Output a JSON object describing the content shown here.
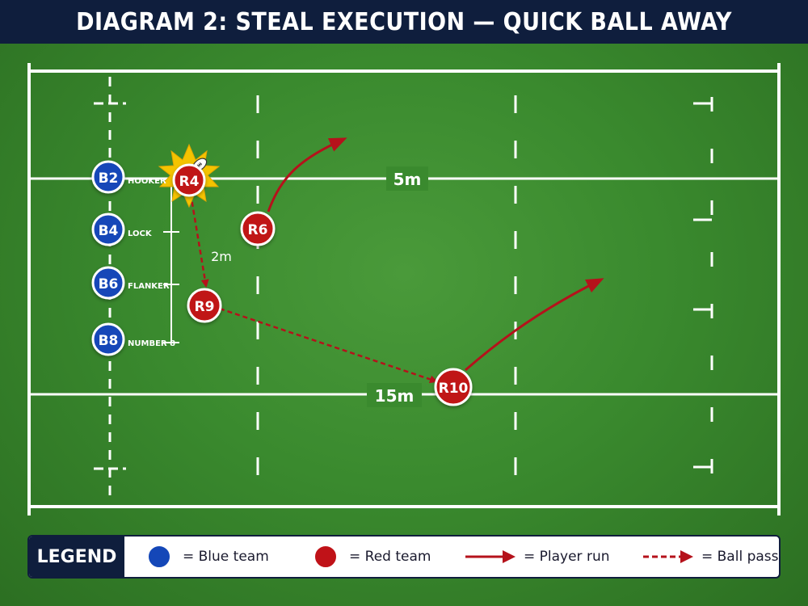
{
  "title": "DIAGRAM 2: STEAL EXECUTION — QUICK BALL AWAY",
  "colors": {
    "blue_team": "#1447b8",
    "red_team": "#c01218",
    "line": "#ffffff",
    "arrow": "#b5121b",
    "title_bg": "#0f1e3d"
  },
  "field_labels": {
    "five_m": "5m",
    "fifteen_m": "15m",
    "two_m": "2m"
  },
  "blue_players": [
    {
      "id": "B2",
      "role": "HOOKER"
    },
    {
      "id": "B4",
      "role": "LOCK"
    },
    {
      "id": "B6",
      "role": "FLANKER"
    },
    {
      "id": "B8",
      "role": "NUMBER 8"
    }
  ],
  "red_players": [
    {
      "id": "R4",
      "has_ball": true
    },
    {
      "id": "R6"
    },
    {
      "id": "R9"
    },
    {
      "id": "R10"
    }
  ],
  "legend": {
    "title": "LEGEND",
    "blue": "= Blue team",
    "red": "= Red team",
    "run": "= Player run",
    "pass": "= Ball pass"
  }
}
